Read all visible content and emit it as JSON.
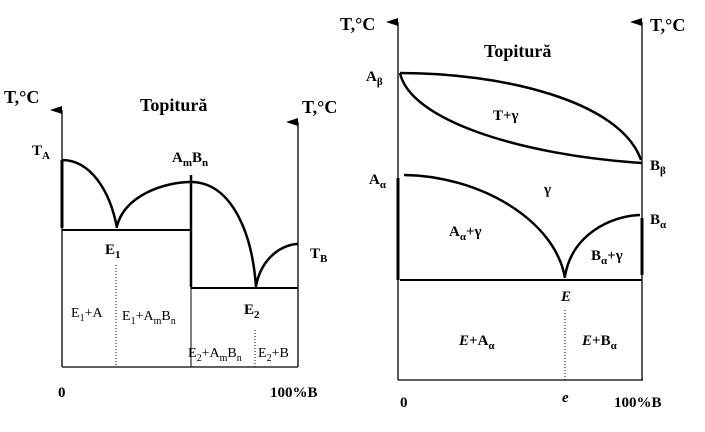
{
  "left_diagram": {
    "axis_left_label": "T,°C",
    "axis_right_label": "T,°C",
    "title": "Topitură",
    "x_start": "0",
    "x_end": "100%B",
    "labels": [
      {
        "id": "ta",
        "parts": [
          [
            "T",
            0
          ],
          [
            "A",
            1
          ]
        ]
      },
      {
        "id": "ambn",
        "parts": [
          [
            "A",
            0
          ],
          [
            "m",
            1
          ],
          [
            "B",
            0
          ],
          [
            "n",
            1
          ]
        ]
      },
      {
        "id": "e1",
        "parts": [
          [
            "E",
            0
          ],
          [
            "1",
            1
          ]
        ]
      },
      {
        "id": "tb",
        "parts": [
          [
            "T",
            0
          ],
          [
            "B",
            1
          ]
        ]
      },
      {
        "id": "e2",
        "parts": [
          [
            "E",
            0
          ],
          [
            "2",
            1
          ]
        ]
      },
      {
        "id": "e1-a",
        "parts": [
          [
            "E",
            0
          ],
          [
            "1",
            1
          ],
          [
            "+A",
            0
          ]
        ]
      },
      {
        "id": "e1-ambn",
        "parts": [
          [
            "E",
            0
          ],
          [
            "1",
            1
          ],
          [
            "+A",
            0
          ],
          [
            "m",
            1
          ],
          [
            "B",
            0
          ],
          [
            "n",
            1
          ]
        ]
      },
      {
        "id": "e2-ambn",
        "parts": [
          [
            "E",
            0
          ],
          [
            "2",
            1
          ],
          [
            "+A",
            0
          ],
          [
            "m",
            1
          ],
          [
            "B",
            0
          ],
          [
            "n",
            1
          ]
        ]
      },
      {
        "id": "e2-b",
        "parts": [
          [
            "E",
            0
          ],
          [
            "2",
            1
          ],
          [
            "+B",
            0
          ]
        ]
      }
    ]
  },
  "right_diagram": {
    "axis_left_label": "T,°C",
    "axis_right_label": "T,°C",
    "title": "Topitură",
    "x_start": "0",
    "x_mid": "e",
    "x_end": "100%B",
    "labels": [
      {
        "id": "a-beta",
        "parts": [
          [
            "A",
            0
          ],
          [
            "β",
            1
          ]
        ]
      },
      {
        "id": "t-gamma",
        "parts": [
          [
            "T+γ",
            0
          ]
        ]
      },
      {
        "id": "b-beta",
        "parts": [
          [
            "B",
            0
          ],
          [
            "β",
            1
          ]
        ]
      },
      {
        "id": "a-alpha",
        "parts": [
          [
            "A",
            0
          ],
          [
            "α",
            1
          ]
        ]
      },
      {
        "id": "gamma",
        "parts": [
          [
            "γ",
            0
          ]
        ]
      },
      {
        "id": "a-alpha-gamma",
        "parts": [
          [
            "A",
            0
          ],
          [
            "α",
            1
          ],
          [
            "+γ",
            0
          ]
        ]
      },
      {
        "id": "b-alpha",
        "parts": [
          [
            "B",
            0
          ],
          [
            "α",
            1
          ]
        ]
      },
      {
        "id": "b-alpha-gamma",
        "parts": [
          [
            "B",
            0
          ],
          [
            "α",
            1
          ],
          [
            "+γ",
            0
          ]
        ]
      },
      {
        "id": "eutectic-e",
        "parts": [
          [
            "E",
            0
          ]
        ]
      },
      {
        "id": "e-a-alpha",
        "parts": [
          [
            "E",
            0
          ],
          [
            "+A",
            0
          ],
          [
            "α",
            1
          ]
        ]
      },
      {
        "id": "e-b-alpha",
        "parts": [
          [
            "E",
            0
          ],
          [
            "+B",
            0
          ],
          [
            "α",
            1
          ]
        ]
      }
    ]
  }
}
